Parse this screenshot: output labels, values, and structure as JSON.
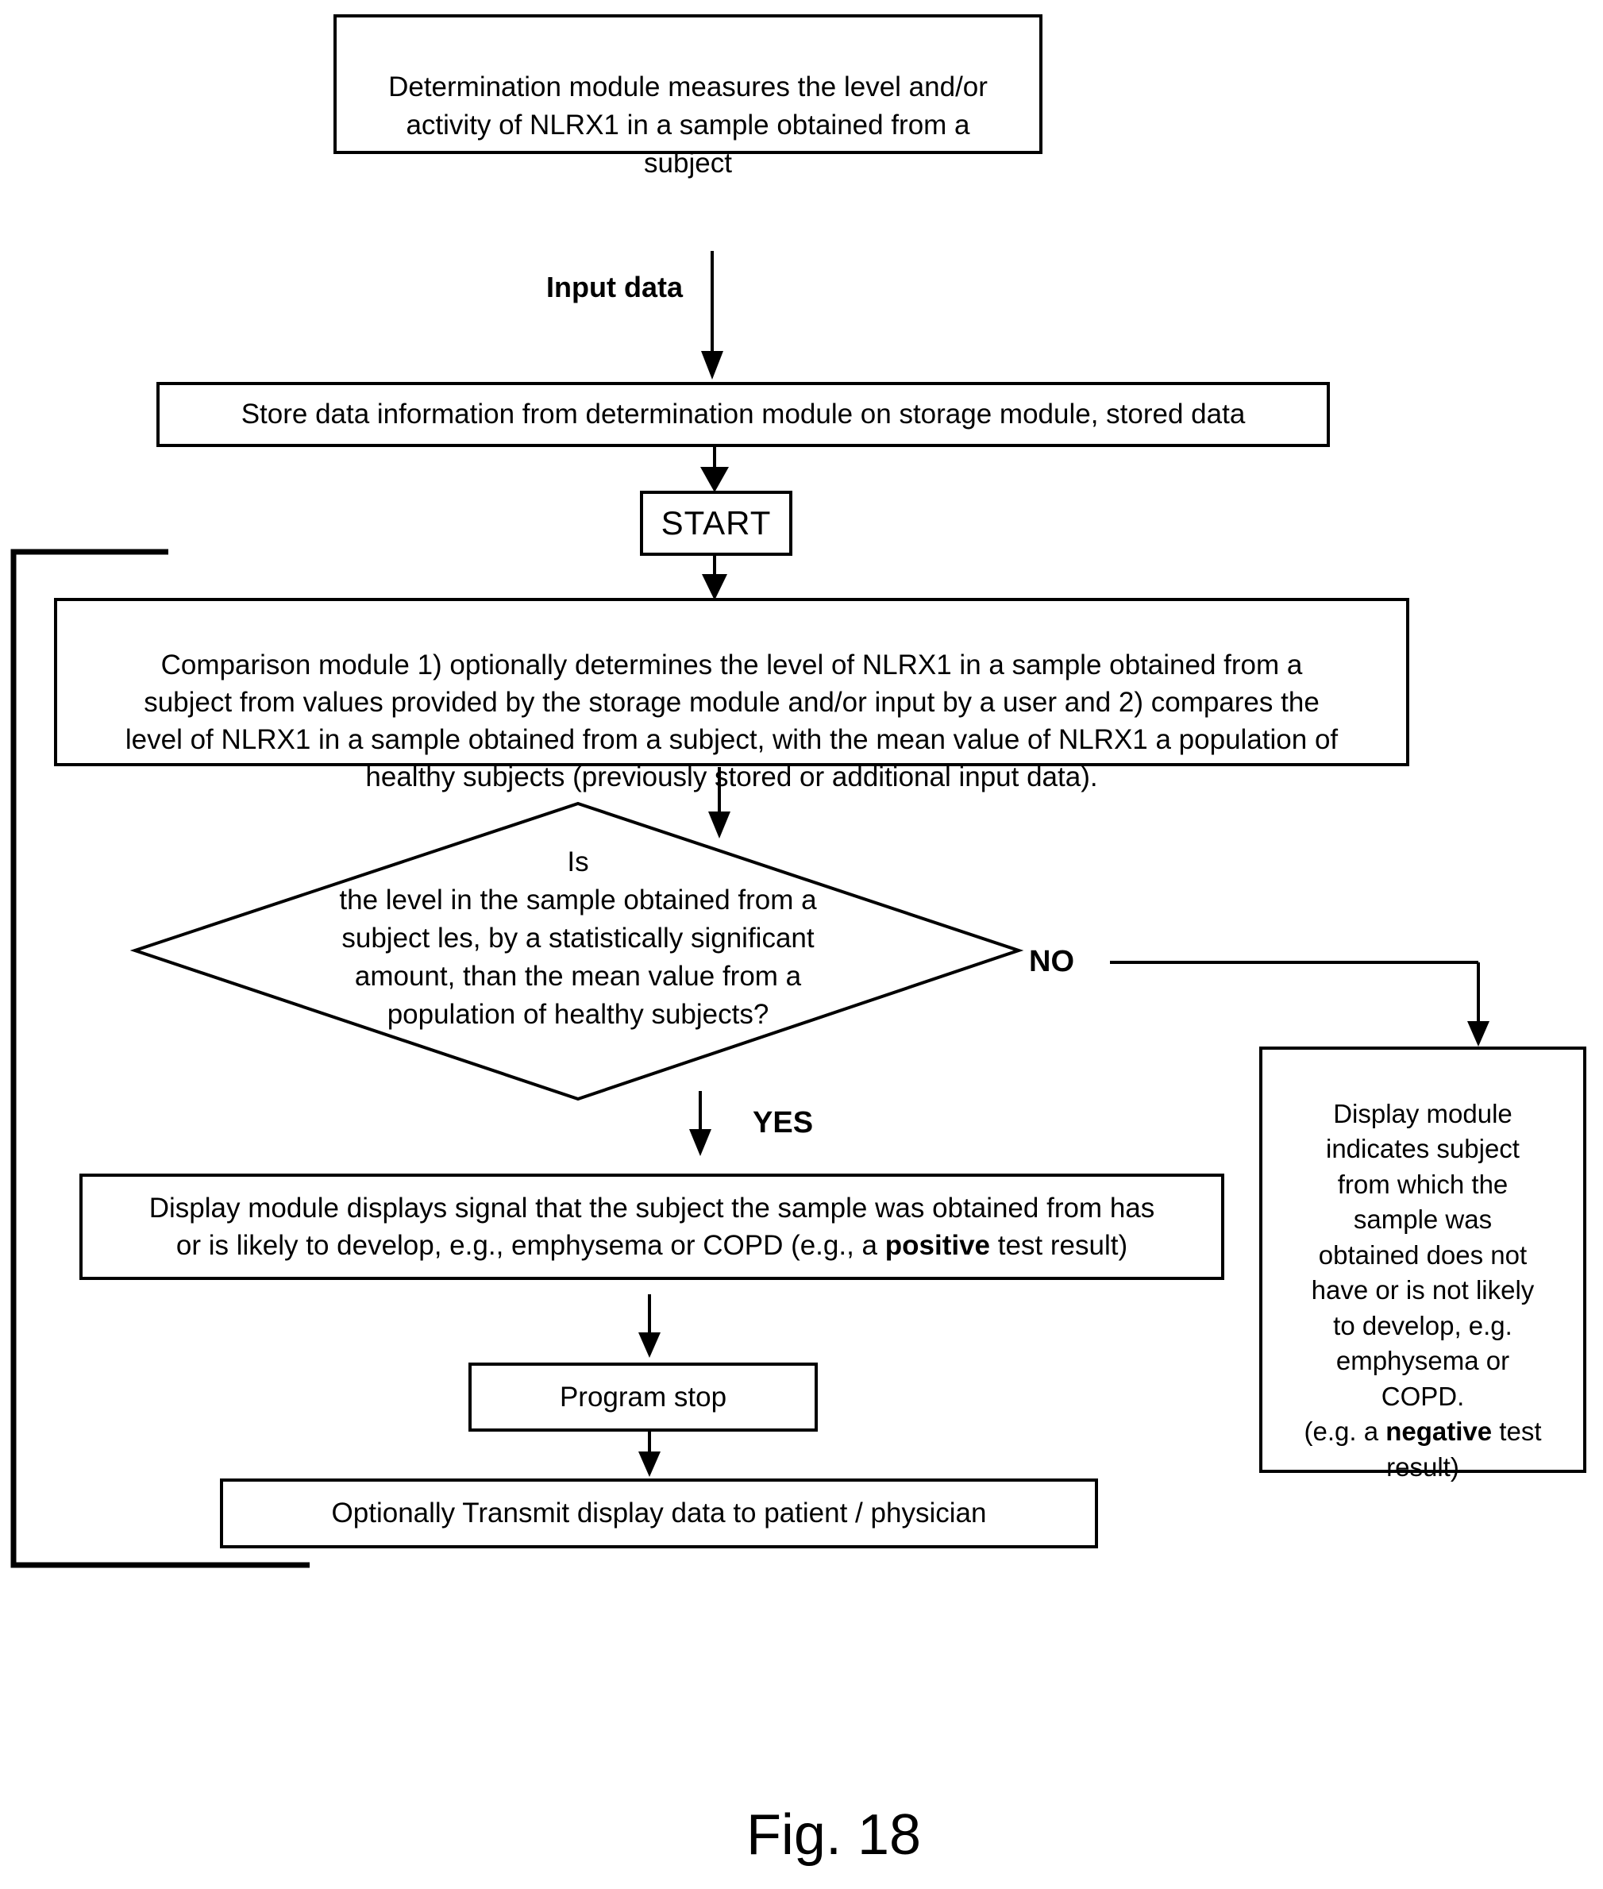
{
  "figure": {
    "caption": "Fig. 18"
  },
  "colors": {
    "line": "#000000",
    "background": "#ffffff",
    "text": "#000000"
  },
  "nodes": {
    "determination": {
      "text": "Determination module measures the level and/or\nactivity of NLRX1 in a sample obtained from a\nsubject"
    },
    "input_label": "Input data",
    "store": {
      "text": "Store data information from determination module on storage module, stored data"
    },
    "start": {
      "text": "START"
    },
    "comparison": {
      "text": "Comparison module 1) optionally determines the level of NLRX1 in a sample obtained from a\nsubject  from values provided by the storage module and/or input by a user and 2) compares the\nlevel of NLRX1 in a sample obtained from a subject, with the mean value of NLRX1 a population of\nhealthy subjects (previously stored or additional input data)."
    },
    "decision": {
      "text": "Is\nthe level in the sample obtained from a\nsubject les, by a statistically significant\namount, than the mean value from a\npopulation of healthy subjects?"
    },
    "no_label": "NO",
    "yes_label": "YES",
    "positive": {
      "text_pre": "Display module displays signal that the subject the sample was obtained from has\nor is likely to develop, e.g., emphysema or COPD (e.g., a ",
      "text_bold": "positive",
      "text_post": " test result)"
    },
    "negative": {
      "text_pre": "Display module\nindicates subject\nfrom which the\nsample was\nobtained does not\nhave or is not likely\nto develop, e.g.\nemphysema or\nCOPD.\n(e.g. a ",
      "text_bold": "negative",
      "text_post": " test\nresult)"
    },
    "program_stop": {
      "text": "Program stop"
    },
    "transmit": {
      "text": "Optionally Transmit display data to patient / physician"
    }
  }
}
